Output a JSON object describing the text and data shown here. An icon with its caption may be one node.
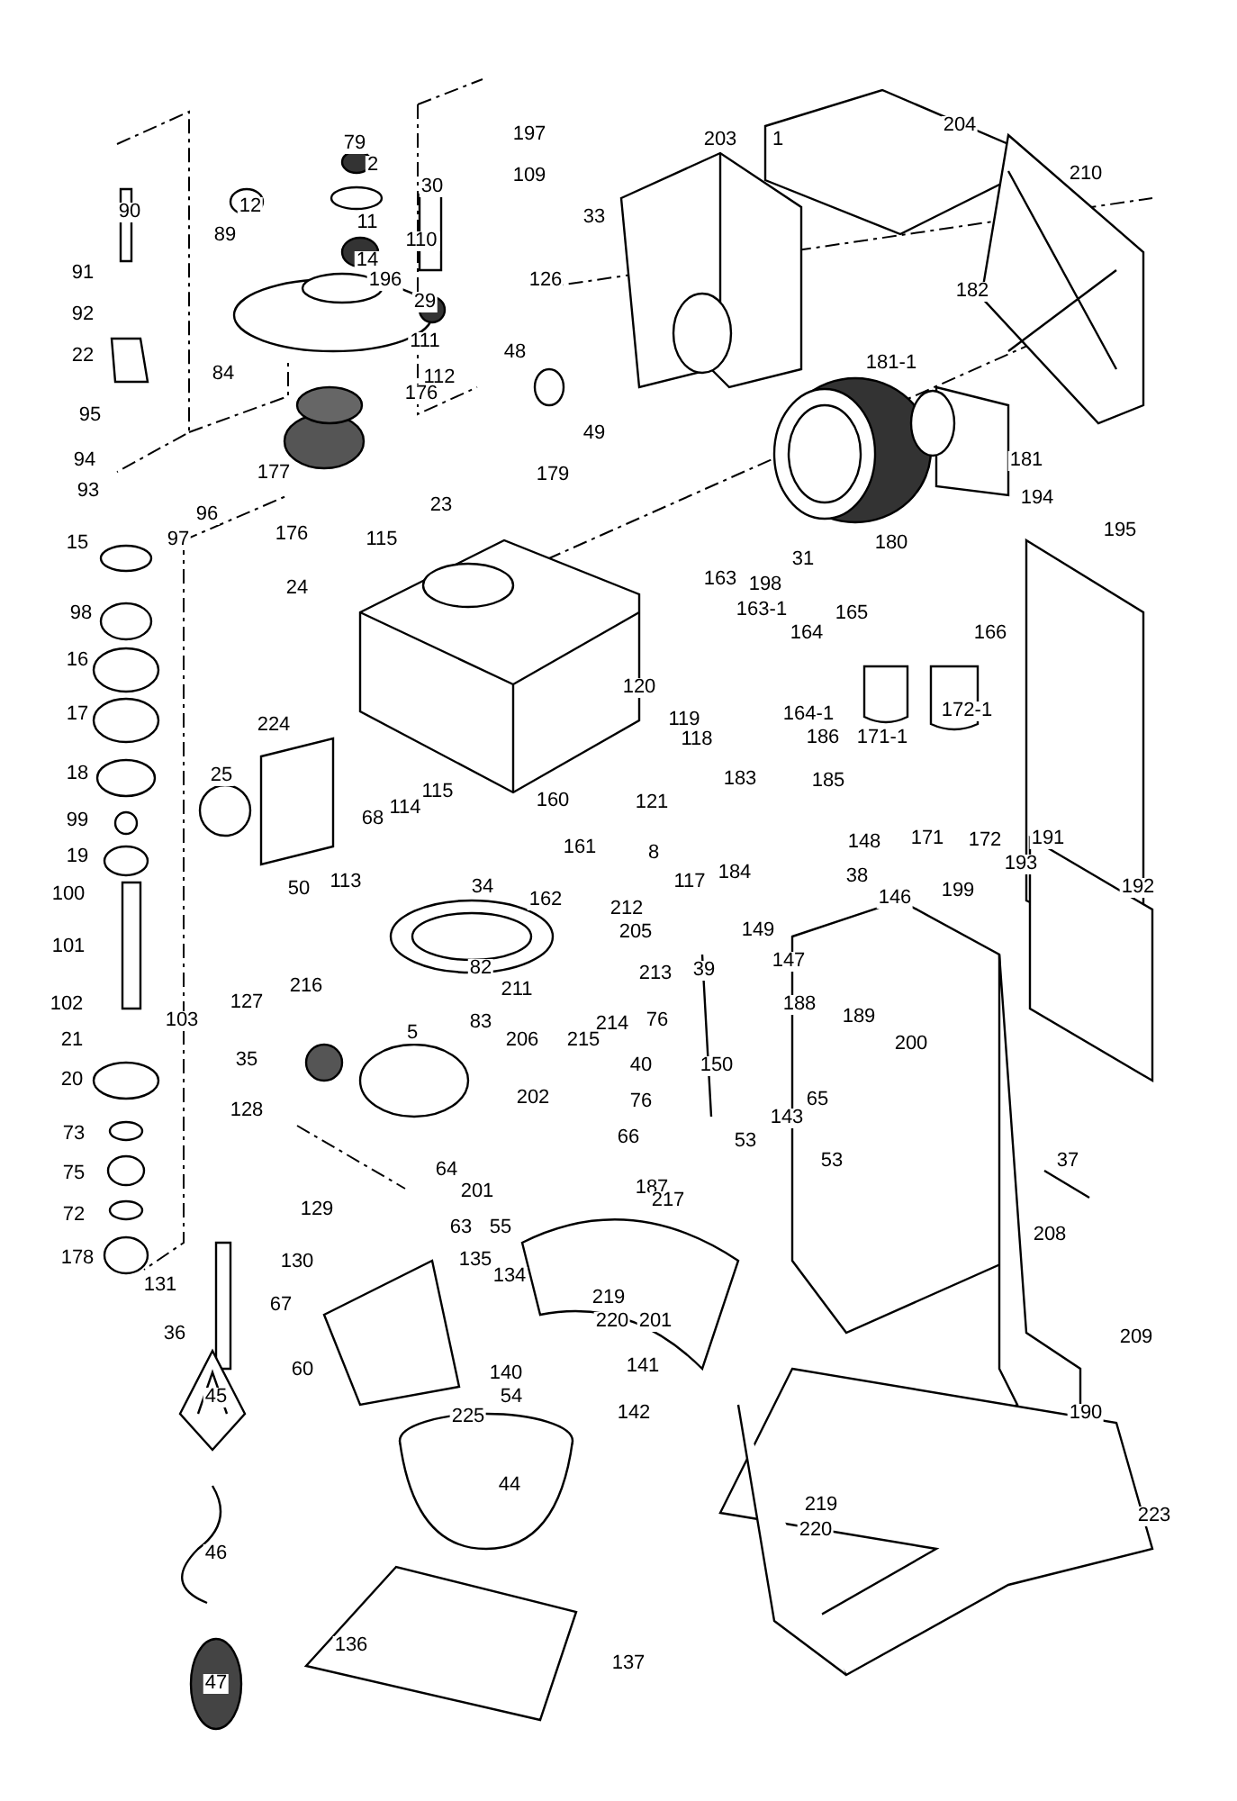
{
  "diagram": {
    "labels": [
      "79",
      "2",
      "197",
      "203",
      "1",
      "204",
      "12",
      "11",
      "30",
      "109",
      "90",
      "210",
      "33",
      "89",
      "14",
      "110",
      "196",
      "91",
      "29",
      "126",
      "92",
      "182",
      "22",
      "111",
      "48",
      "84",
      "112",
      "176",
      "181-1",
      "95",
      "49",
      "94",
      "181",
      "93",
      "177",
      "179",
      "23",
      "96",
      "176",
      "194",
      "195",
      "15",
      "97",
      "115",
      "31",
      "180",
      "24",
      "163",
      "198",
      "98",
      "163-1",
      "164",
      "165",
      "166",
      "16",
      "120",
      "17",
      "164-1",
      "172-1",
      "224",
      "119",
      "118",
      "186",
      "171-1",
      "18",
      "25",
      "68",
      "114",
      "115",
      "160",
      "121",
      "183",
      "185",
      "99",
      "19",
      "161",
      "8",
      "148",
      "171",
      "172",
      "191",
      "100",
      "50",
      "113",
      "34",
      "162",
      "117",
      "184",
      "38",
      "146",
      "199",
      "193",
      "192",
      "212",
      "101",
      "205",
      "149",
      "82",
      "213",
      "39",
      "147",
      "102",
      "103",
      "127",
      "216",
      "83",
      "211",
      "214",
      "76",
      "188",
      "189",
      "21",
      "35",
      "5",
      "206",
      "215",
      "40",
      "150",
      "200",
      "20",
      "128",
      "202",
      "76",
      "143",
      "65",
      "73",
      "66",
      "53",
      "75",
      "64",
      "53",
      "37",
      "72",
      "129",
      "63",
      "201",
      "55",
      "187",
      "217",
      "208",
      "178",
      "131",
      "67",
      "130",
      "135",
      "134",
      "219",
      "36",
      "220",
      "201",
      "209",
      "60",
      "140",
      "141",
      "45",
      "225",
      "54",
      "142",
      "190",
      "44",
      "219",
      "220",
      "223",
      "46",
      "136",
      "137",
      "47"
    ]
  }
}
